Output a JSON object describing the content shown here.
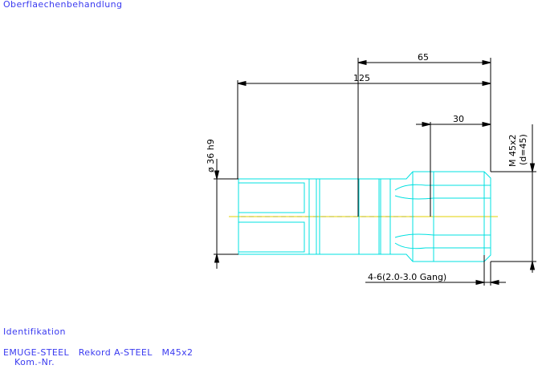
{
  "header": {
    "title": "Oberflaechenbehandlung"
  },
  "drawing": {
    "dims": {
      "overall_length": "125",
      "thread_section_length": "65",
      "thread_length": "30",
      "shank_diameter": "ø 36 h9",
      "thread_spec": "M 45x2",
      "thread_d": "(d=45)",
      "chamfer_note": "4-6(2.0-3.0 Gang)"
    },
    "colors": {
      "part": "#00e0e0",
      "dimension": "#000000",
      "centerline": "#e0d000",
      "text": "#3a3af0"
    }
  },
  "identification": {
    "label": "Identifikation",
    "line1": "EMUGE-STEEL   Rekord A-STEEL   M45x2",
    "line2": "Kom.-Nr."
  }
}
